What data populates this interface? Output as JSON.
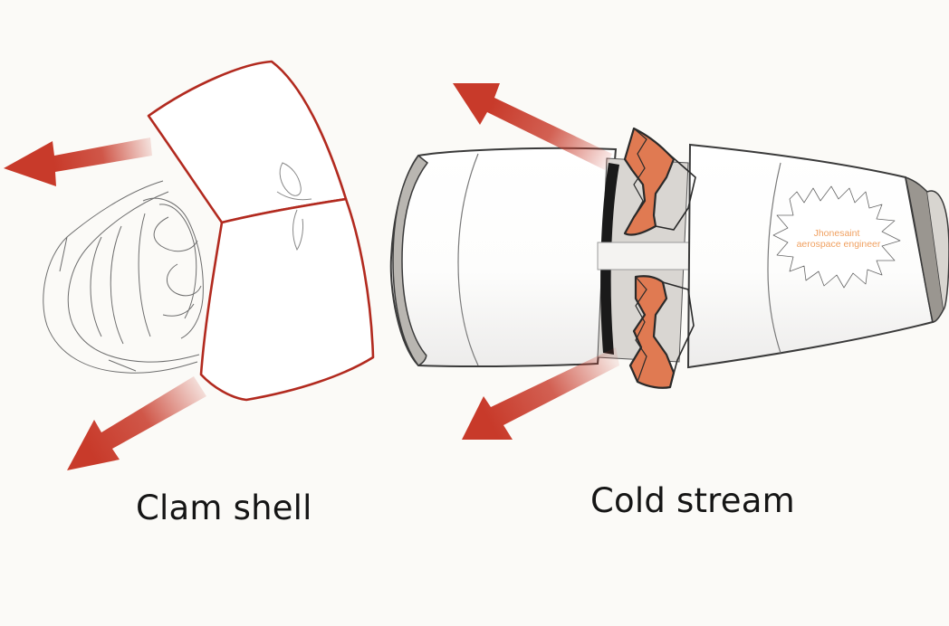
{
  "captions": {
    "left": "Clam shell",
    "right": "Cold stream"
  },
  "watermark": {
    "line1": "Jhonesaint",
    "line2": "aerospace engineer"
  },
  "colors": {
    "background": "#fbfaf7",
    "arrow": "#c83a2a",
    "outline": "#b22a1f",
    "cascade": "#e07a52",
    "watermark_text": "#f0a060"
  }
}
